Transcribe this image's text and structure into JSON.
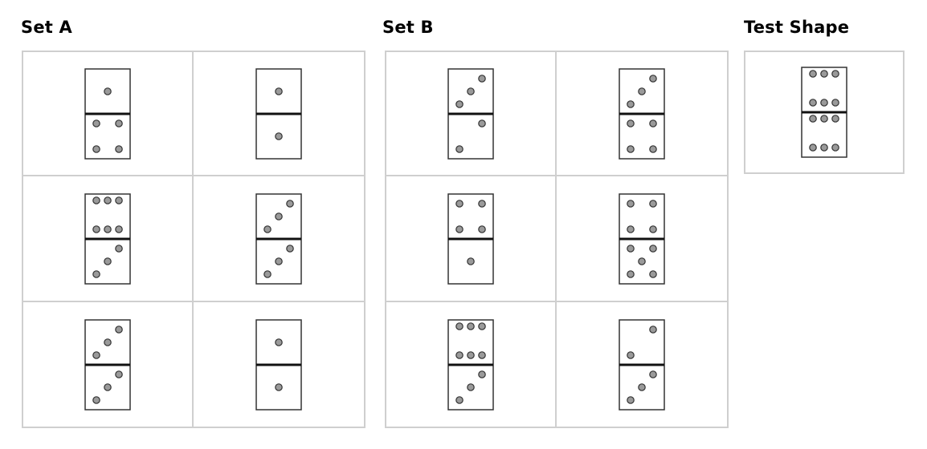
{
  "set_a": {
    "title": "Set A",
    "dominoes": [
      [
        1,
        4
      ],
      [
        1,
        1
      ],
      [
        6,
        3
      ],
      [
        3,
        3
      ],
      [
        3,
        3
      ],
      [
        1,
        1
      ]
    ]
  },
  "set_b": {
    "title": "Set B",
    "dominoes": [
      [
        3,
        2
      ],
      [
        3,
        4
      ],
      [
        4,
        1
      ],
      [
        4,
        5
      ],
      [
        6,
        3
      ],
      [
        2,
        3
      ]
    ]
  },
  "test_shape": {
    "title": "Test Shape",
    "domino": [
      6,
      6
    ]
  }
}
